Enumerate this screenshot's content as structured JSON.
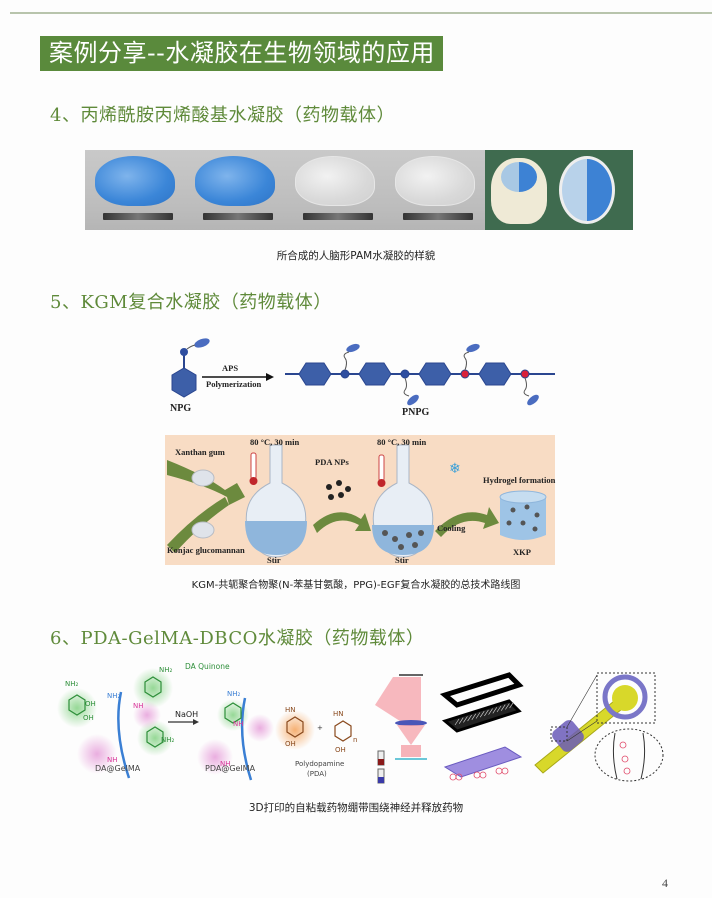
{
  "banner": {
    "title": "案例分享--水凝胶在生物领域的应用",
    "background_color": "#5a8a3c"
  },
  "sections": [
    {
      "title": "4、丙烯酰胺丙烯酸基水凝胶（药物载体）",
      "caption": "所合成的人脑形PAM水凝胶的样貌",
      "photos": [
        "blue-brain-hydrogel",
        "blue-brain-hydrogel",
        "clear-brain-hydrogel",
        "clear-brain-hydrogel",
        "skull-with-hydrogel",
        "skull-top-view-hydrogel"
      ]
    },
    {
      "title": "5、KGM复合水凝胶（药物载体）",
      "caption": "KGM-共轭聚合物聚(N-苯基甘氨酸，PPG)-EGF复合水凝胶的总技术路线图",
      "polymer_scheme": {
        "monomer": "NPG",
        "arrow_top": "APS",
        "arrow_bottom": "Polymerization",
        "product": "PNPG"
      },
      "process_scheme": {
        "input_top": "Xanthan gum",
        "input_bottom": "Konjac glucomannan",
        "step1_condition": "80 °C, 30 min",
        "step1_label": "Stir",
        "additive": "PDA NPs",
        "step2_condition": "80 °C, 30 min",
        "step2_label": "Stir",
        "cooling": "Cooling",
        "result_title": "Hydrogel formation",
        "result_label": "XKP",
        "background_color": "#f8dcc4"
      }
    },
    {
      "title": "6、PDA-GelMA-DBCO水凝胶（药物载体）",
      "caption": "3D打印的自粘载药物绷带围绕神经并释放药物",
      "chem_scheme": {
        "reactant_label": "DA@GelMA",
        "reagent": "NaOH",
        "quinone_label": "DA Quinone",
        "product_label": "PDA@GelMA",
        "polymer_label": "Polydopamine",
        "polymer_abbr": "(PDA)",
        "nh2": "NH₂",
        "oh": "OH",
        "nh": "NH",
        "hn": "HN",
        "n": "n",
        "plus": "+"
      }
    }
  ],
  "page_number": "4"
}
